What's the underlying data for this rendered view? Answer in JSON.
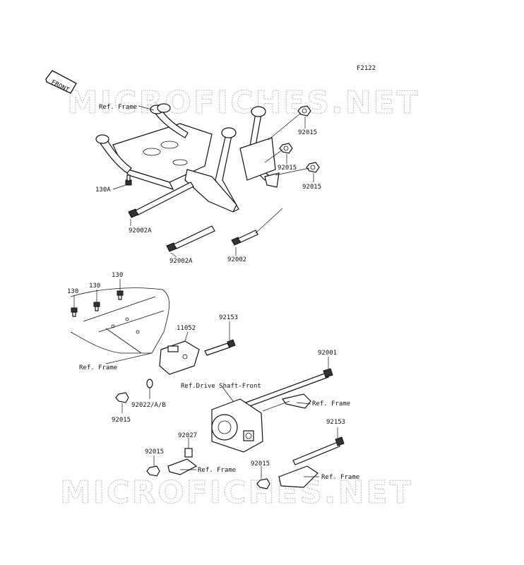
{
  "diagram_id": "F2122",
  "watermark": "MICROFICHES.NET",
  "front_marker": "FRONT",
  "labels": {
    "ref_frame": "Ref. Frame",
    "ref_drive_shaft_front": "Ref.Drive Shaft-Front",
    "p92015": "92015",
    "p130A": "130A",
    "p92002A": "92002A",
    "p92002": "92002",
    "p130": "130",
    "p11052": "11052",
    "p92153": "92153",
    "p92001": "92001",
    "p92022AB": "92022/A/B",
    "p92027": "92027"
  }
}
